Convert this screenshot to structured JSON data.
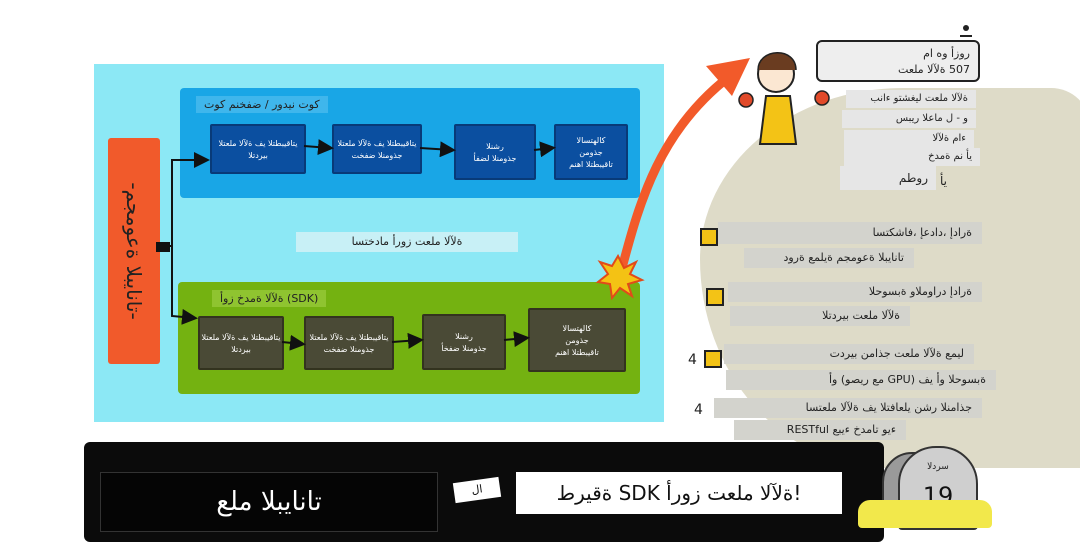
{
  "colors": {
    "panel": "#8ce8f5",
    "top_box": "#19a6e6",
    "bottom_box": "#74b211",
    "left_bar": "#f15a2b",
    "arrow": "#f25a2a",
    "check": "#f3c316",
    "blob": "#dedbc8"
  },
  "left_bar": {
    "label": "-تانايبلا ةعومجم-"
  },
  "top_flow": {
    "label": "كوت نيدور / ضفخنم كوت",
    "nodes": [
      {
        "line1": "يتاقيبطتلا يف ةلآلا ملعتلا",
        "line2": "بيردتلا"
      },
      {
        "line1": "يتاقيبطتلا يف ةلآلا ملعتلا",
        "line2": "جذومنلا ضفخت"
      },
      {
        "line1": "رشنلا",
        "line2": "جذومنلا لضفأ"
      },
      {
        "line1": "كالهتسالا",
        "line2": "جذومن",
        "line3": "تاقيبطتلا اهنم"
      }
    ]
  },
  "middle_label": "ةلآلا ملعت زورأ مادختسا",
  "bottom_flow": {
    "label": "(SDK) ةلآلا ةمدخ زوأ",
    "nodes": [
      {
        "line1": "يتاقيبطتلا يف ةلآلا ملعتلا",
        "line2": "بيردتلا"
      },
      {
        "line1": "يتاقيبطتلا يف ةلآلا ملعتلا",
        "line2": "جذومنلا ضفخت"
      },
      {
        "line1": "رشنلا",
        "line2": "جذومنلا ضفخأ"
      },
      {
        "line1": "كالهتسالا",
        "line2": "جذومن",
        "line3": "تاقيبطتلا اهنم"
      }
    ]
  },
  "speech": {
    "line1": "روزأ وه ام",
    "line2": "507 ةلآلا ملعت"
  },
  "right_top_items": [
    "ةلآلا ملعت ليغشتو ءانب",
    "و - ل ماعلا ريبس",
    "ءام ةلآلا",
    "يأ نم ةمدخ",
    "روطم"
  ],
  "small_label_ay": "يأ",
  "checklist": [
    {
      "num": "",
      "line1": "ةرادإ ،دادعإ ،فاشكتسا",
      "line2": "تانايبلا ةعومجم ةيلمع ةرود"
    },
    {
      "num": "",
      "line1": "ةرادإ دراوملاو ةبسوحلا",
      "line2": "ةلآلا ملعت بيردتلا"
    },
    {
      "num": "4",
      "line1": "ليمع ةلآلا ملعت جذامن بيردت",
      "line2": "ةبسوحلا وأ يف (GPU مع ريصو) وأ"
    },
    {
      "num": "4",
      "line1": "جذامنلا رشن يلعافتلا يف ةلآلا ملعتسا",
      "line2": "ءيو تامدخ ءيبع RESTful"
    }
  ],
  "bottom": {
    "left_title": "تانايبلا ملع",
    "mid_tag": "ال",
    "right_title": "!ةلآلا ملعت زورأ SDK ةقيرط"
  },
  "tombstone": {
    "label": "سردلا",
    "number": "19"
  }
}
